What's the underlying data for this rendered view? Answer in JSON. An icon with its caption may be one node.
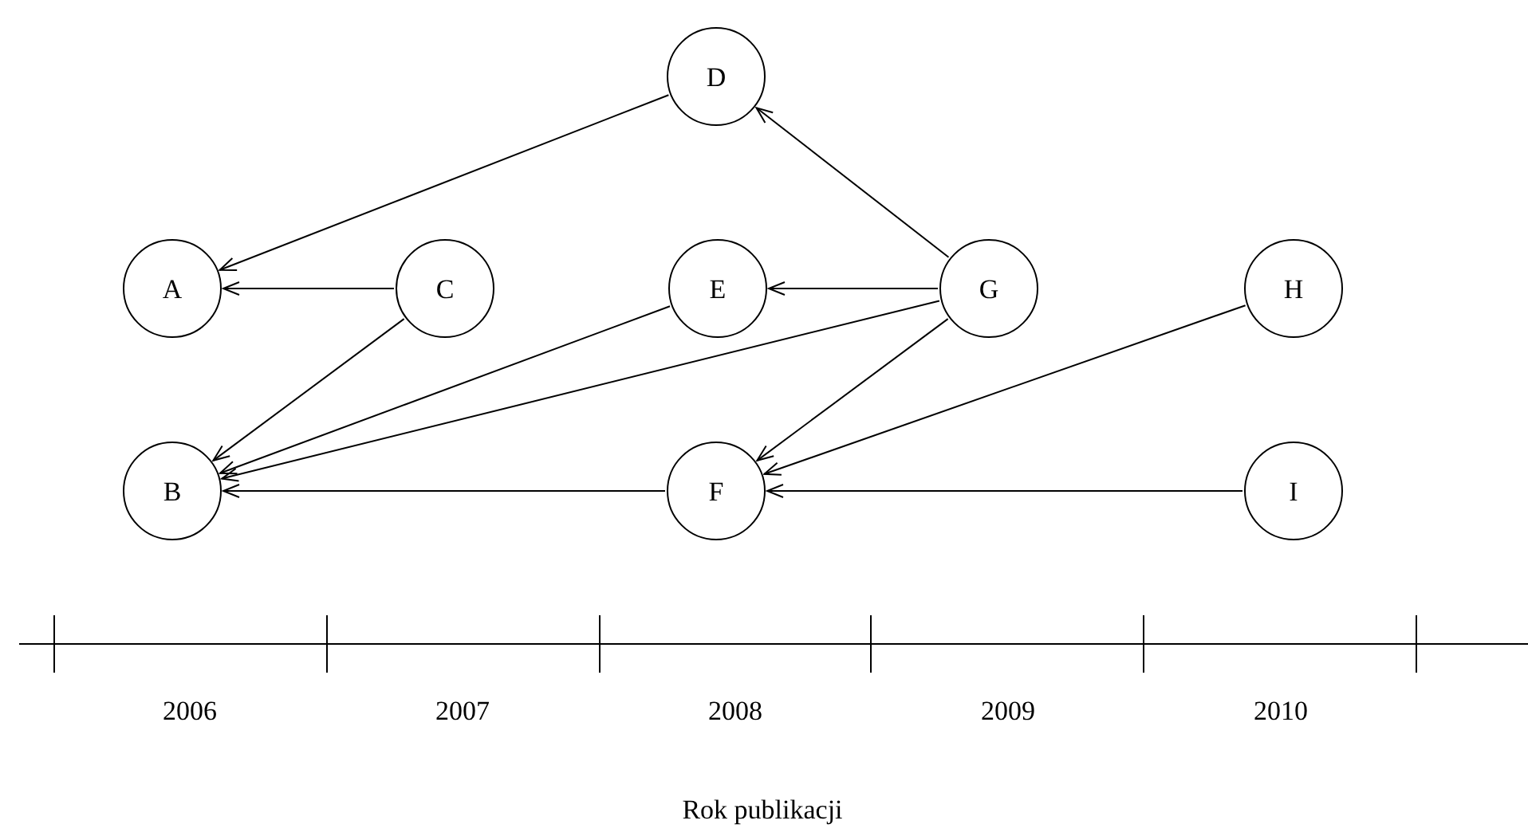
{
  "diagram": {
    "nodes": [
      {
        "text": [
          "D"
        ]
      },
      {
        "text": [
          "A"
        ]
      },
      {
        "text": [
          "C"
        ]
      },
      {
        "text": [
          "E"
        ]
      },
      {
        "text": [
          "G"
        ]
      },
      {
        "text": [
          "H"
        ]
      },
      {
        "text": [
          "B"
        ]
      },
      {
        "text": [
          "F"
        ]
      },
      {
        "text": [
          "I"
        ]
      }
    ],
    "edges": [
      {
        "from": 0,
        "to": 1,
        "arrow": "to"
      },
      {
        "from": 2,
        "to": 1,
        "arrow": "to"
      },
      {
        "from": 2,
        "to": 6,
        "arrow": "to"
      },
      {
        "from": 3,
        "to": 6,
        "arrow": "to"
      },
      {
        "from": 4,
        "to": 0,
        "arrow": "to"
      },
      {
        "from": 4,
        "to": 3,
        "arrow": "to"
      },
      {
        "from": 4,
        "to": 6,
        "arrow": "to"
      },
      {
        "from": 4,
        "to": 7,
        "arrow": "to"
      },
      {
        "from": 5,
        "to": 7,
        "arrow": "to"
      },
      {
        "from": 7,
        "to": 6,
        "arrow": "to"
      },
      {
        "from": 8,
        "to": 7,
        "arrow": "to"
      }
    ],
    "labels": [
      "2006",
      "2007",
      "2008",
      "2009",
      "2010",
      "Rok publikacji"
    ]
  }
}
